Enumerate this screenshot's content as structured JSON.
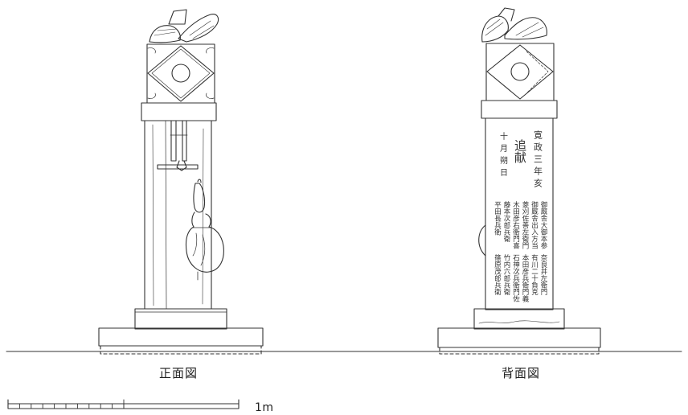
{
  "views": {
    "front_label": "正面図",
    "back_label": "背面図"
  },
  "inscription": {
    "big": "追献",
    "era": "寛政三年亥",
    "date": "十月朔日",
    "donor_columns": [
      "御厩舎大御本参",
      "御厩舎出入方当",
      "菱刈佐善左衛門",
      "木田彦右衛門喜",
      "藤本次郎兵衛",
      "平田長兵衛",
      "奈良井左衛門",
      "有川二十負克",
      "本田彦兵衛門義",
      "石神次兵衛門佐",
      "竹内六郎兵衛",
      "篠原茂郎兵衛"
    ]
  },
  "scale": {
    "label": "1m"
  }
}
